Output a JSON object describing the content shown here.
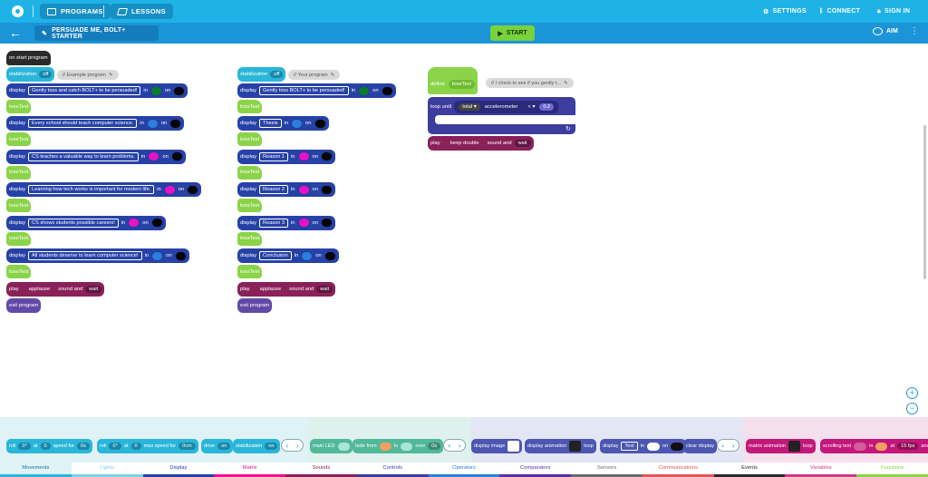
{
  "topbar": {
    "programs_label": "PROGRAMS",
    "lessons_label": "LESSONS",
    "settings_label": "SETTINGS",
    "connect_label": "CONNECT",
    "sign_in_label": "SIGN IN"
  },
  "header": {
    "program_title": "PERSUADE ME, BOLT+ STARTER",
    "start_label": "START",
    "aim_label": "AIM"
  },
  "blocks": {
    "on_start": "on start program",
    "stabilization": "stabilization",
    "off": "off",
    "display": "display",
    "in": "in",
    "on": "on",
    "tosstest": "tossTest",
    "play": "play",
    "applause": "applause",
    "sound_and": "sound and",
    "wait": "wait",
    "exit": "exit program",
    "define": "define",
    "loop_until": "loop until",
    "total": "total",
    "accelerometer": "accelerometer",
    "less_than": "<",
    "threshold": "0.2",
    "beep_double": "beep double"
  },
  "program_a": {
    "comment": "// Example program",
    "messages": [
      "Gently toss and catch BOLT+ to be persuaded!",
      "Every school should teach computer science.",
      "CS teaches a valuable way to learn problems.",
      "Learning how tech works is important for modern life.",
      "CS shows students possible careers!",
      "All students deserve to learn computer science!"
    ]
  },
  "program_b": {
    "comment": "// Your program",
    "messages": [
      "Gently toss BOLT+ to be persuaded!",
      "Thesis",
      "Reason 1",
      "Reason 2",
      "Reason 3",
      "Conclusion"
    ]
  },
  "define_comment": "// I check to see if you gently t...",
  "palette": {
    "roll": "roll",
    "deg": "0°",
    "at": "at",
    "zero": "0",
    "speed_for": "speed for",
    "zero_s": "0s",
    "max_speed_for": "max speed for",
    "zero_cm": "0cm",
    "drive": "drive",
    "main_led": "main LED",
    "fade_from": "fade from",
    "to": "to",
    "over": "over",
    "display_image": "display image",
    "display_animation": "display animation",
    "loop": "loop",
    "text": "Text",
    "clear_display": "clear display",
    "matrix_animation": "matrix animation",
    "scrolling_text": "scrolling text",
    "fps": "15 fps",
    "and": "and"
  },
  "tabs": [
    "Movements",
    "Lights",
    "Display",
    "Matrix",
    "Sounds",
    "Controls",
    "Operators",
    "Comparators",
    "Sensors",
    "Communications",
    "Events",
    "Variables",
    "Functions"
  ],
  "colors": {
    "accent": "#1fb2e6",
    "start": "#79d13c",
    "tab_underlines": [
      "#2ab6d9",
      "#7fd1e6",
      "#2742a7",
      "#e8108f",
      "#8a2159",
      "#3d3d9f",
      "#2a7fd8",
      "#5a30a8",
      "#6b6b6b",
      "#e05a5a",
      "#2a2a2a",
      "#cc3a8a",
      "#8bd44a"
    ]
  }
}
